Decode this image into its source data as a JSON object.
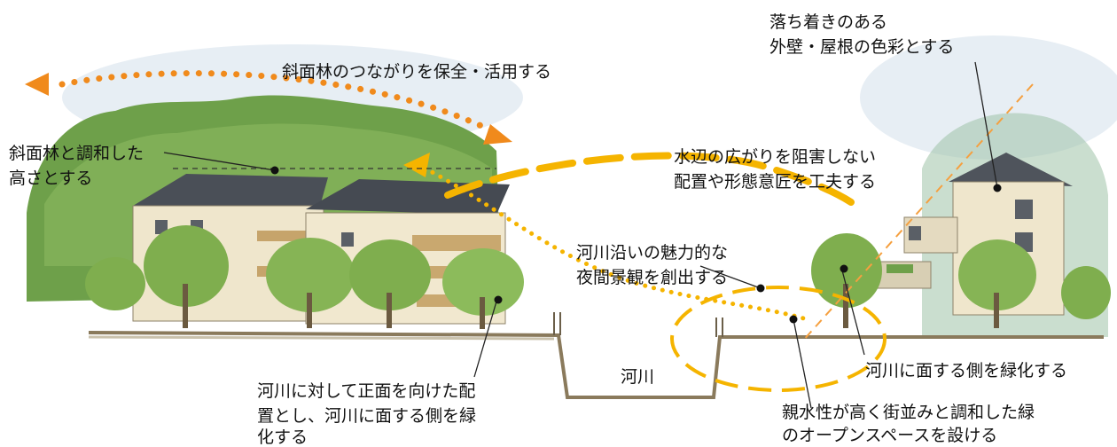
{
  "labels": {
    "slope_forest": "斜面林のつながりを保全・活用する",
    "calm_colors_1": "落ち着きのある",
    "calm_colors_2": "外壁・屋根の色彩とする",
    "height_1": "斜面林と調和した",
    "height_2": "高さとする",
    "waterside_1": "水辺の広がりを阻害しない",
    "waterside_2": "配置や形態意匠を工夫する",
    "night_1": "河川沿いの魅力的な",
    "night_2": "夜間景観を創出する",
    "river": "河川",
    "greening_river_side": "河川に面する側を緑化する",
    "facing_1": "河川に対して正面を向けた配",
    "facing_2": "置とし、河川に面する側を緑",
    "facing_3": "化する",
    "open_space_1": "親水性が高く街並みと調和した緑",
    "open_space_2": "のオープンスペースを設ける"
  },
  "colors": {
    "accent_orange": "#f08a1c",
    "accent_yellow": "#f5b400",
    "foliage": "#7fae4e",
    "forest": "#5f9440",
    "roof": "#4a4f57",
    "wall": "#efe6cc",
    "ground": "#8a7a5c"
  }
}
